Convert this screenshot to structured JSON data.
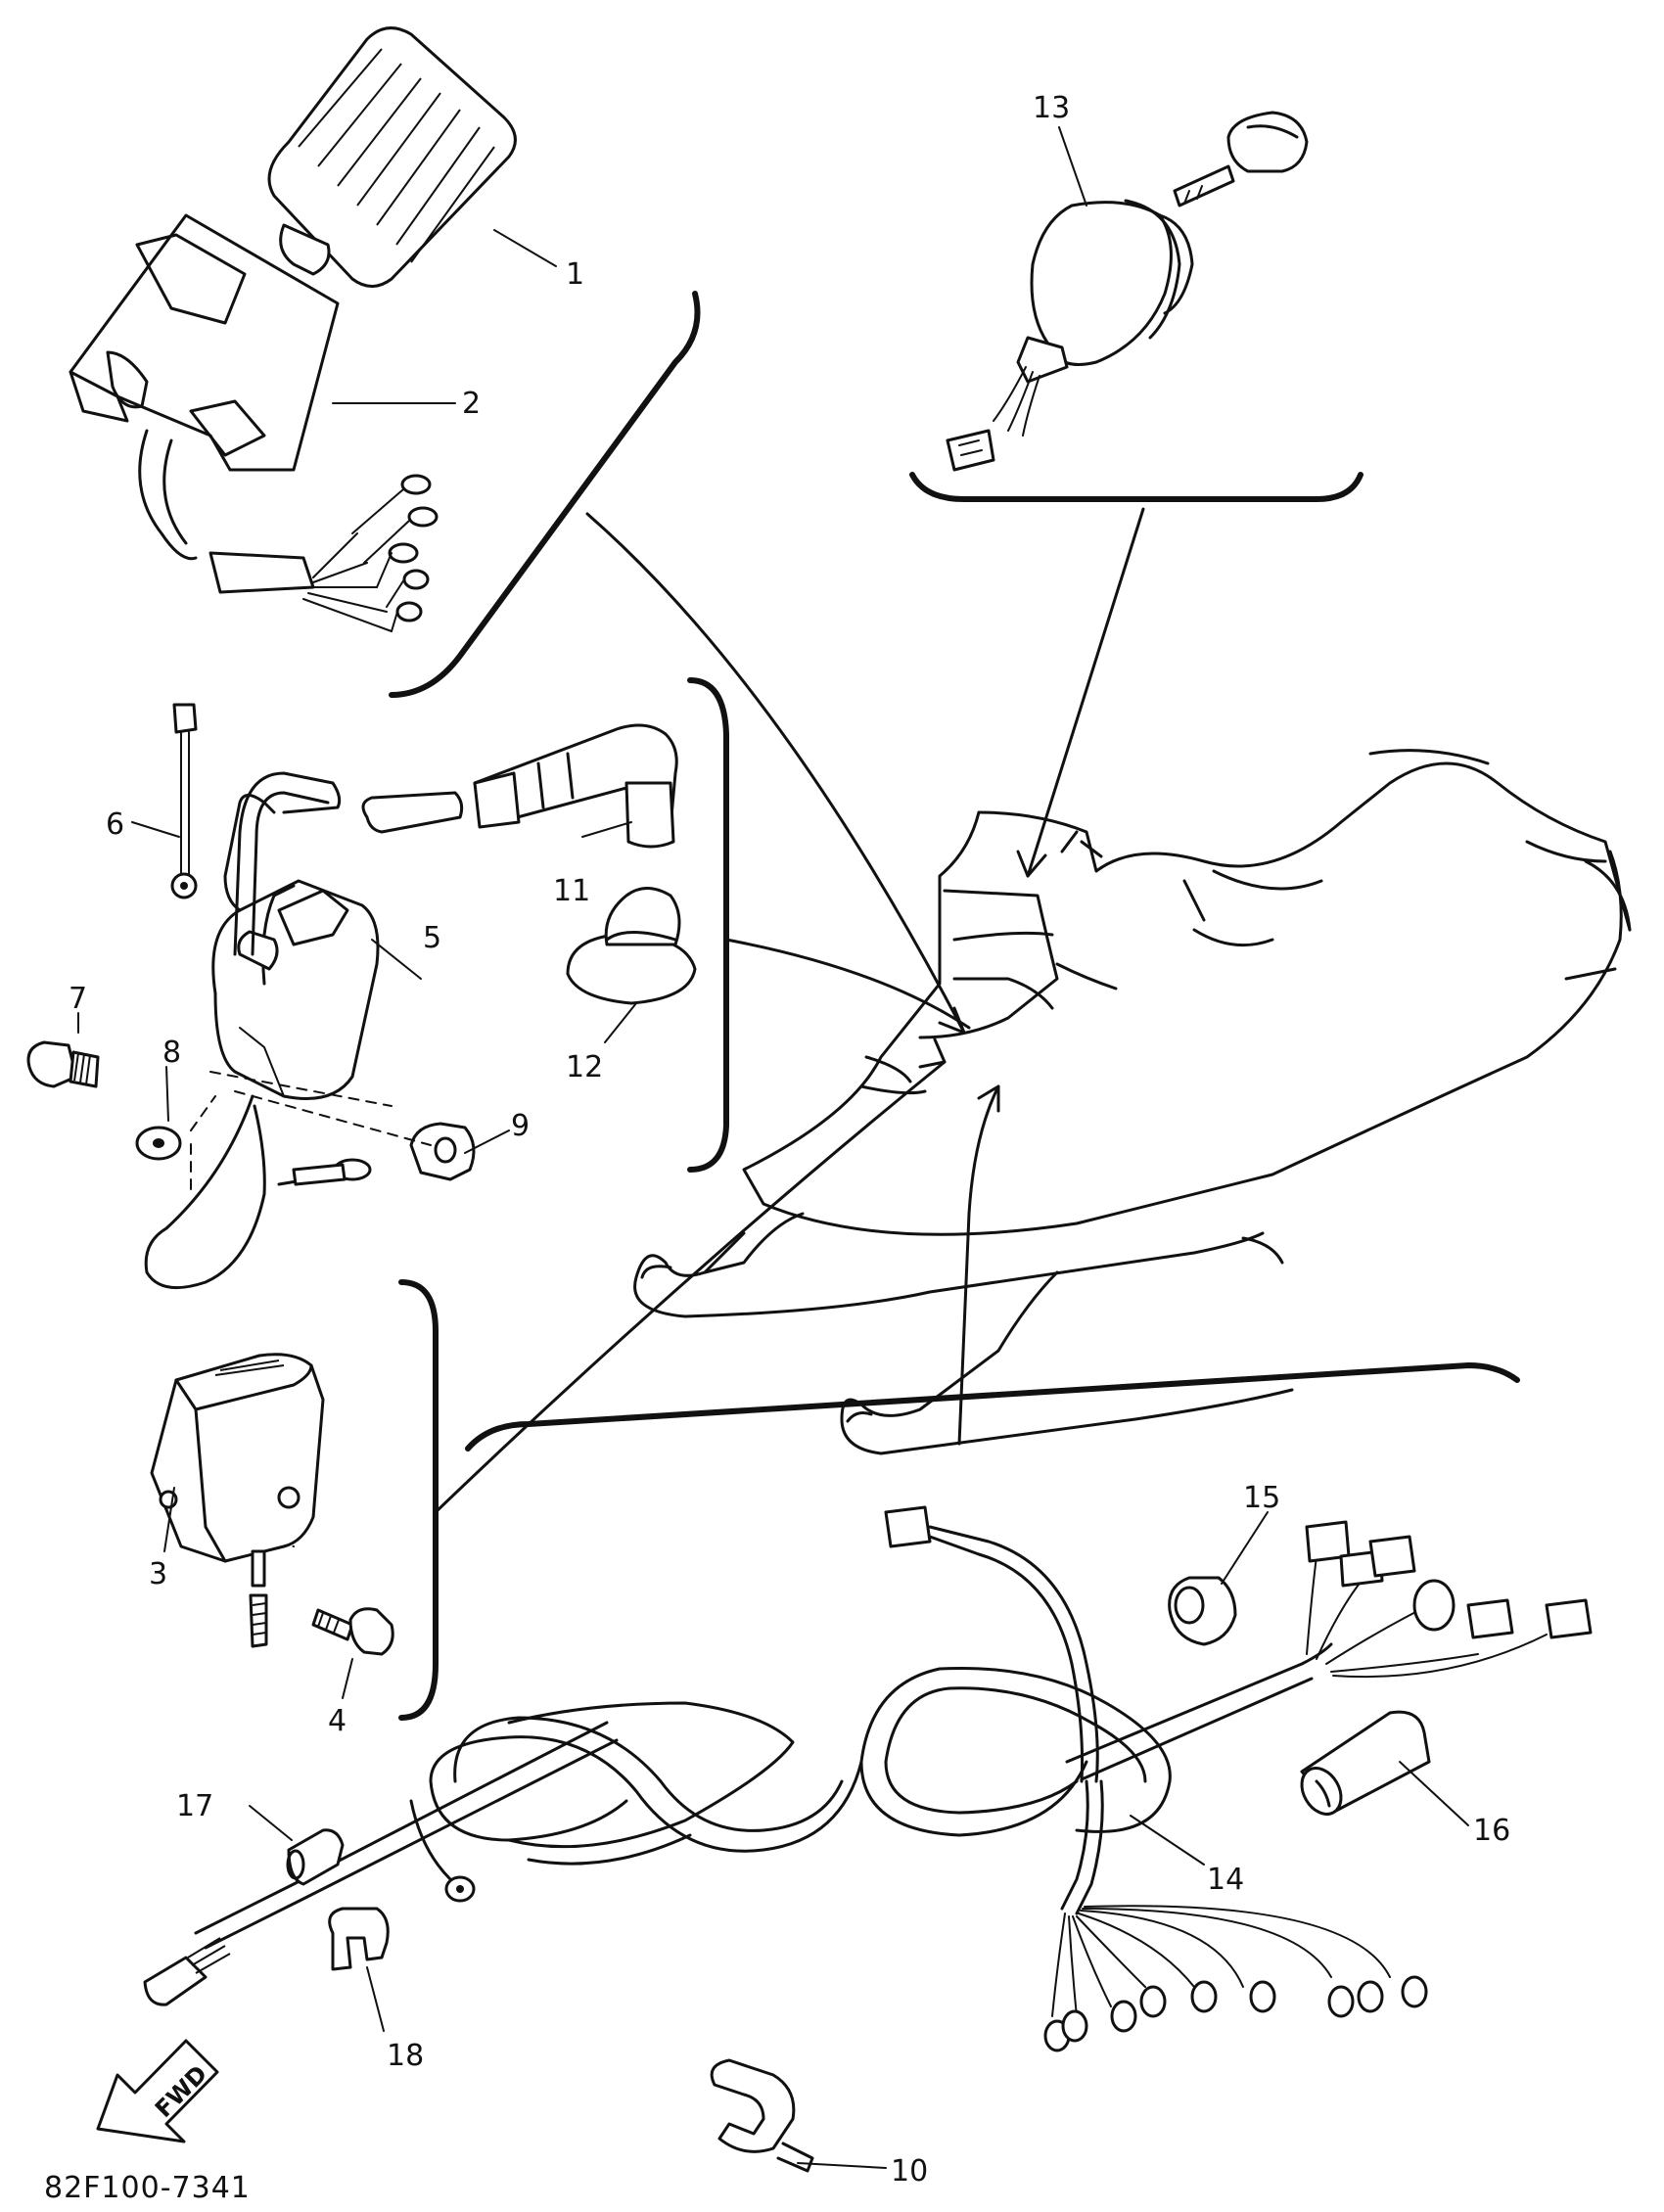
{
  "diagram_code": "82F100-7341",
  "direction_arrow": "FWD",
  "callouts": [
    {
      "id": "c1",
      "label": "1"
    },
    {
      "id": "c2",
      "label": "2"
    },
    {
      "id": "c3",
      "label": "3"
    },
    {
      "id": "c4",
      "label": "4"
    },
    {
      "id": "c5",
      "label": "5"
    },
    {
      "id": "c6",
      "label": "6"
    },
    {
      "id": "c7",
      "label": "7"
    },
    {
      "id": "c8",
      "label": "8"
    },
    {
      "id": "c9",
      "label": "9"
    },
    {
      "id": "c10",
      "label": "10"
    },
    {
      "id": "c11",
      "label": "11"
    },
    {
      "id": "c12",
      "label": "12"
    },
    {
      "id": "c13",
      "label": "13"
    },
    {
      "id": "c14",
      "label": "14"
    },
    {
      "id": "c15",
      "label": "15"
    },
    {
      "id": "c16",
      "label": "16"
    },
    {
      "id": "c17",
      "label": "17"
    },
    {
      "id": "c18",
      "label": "18"
    }
  ]
}
